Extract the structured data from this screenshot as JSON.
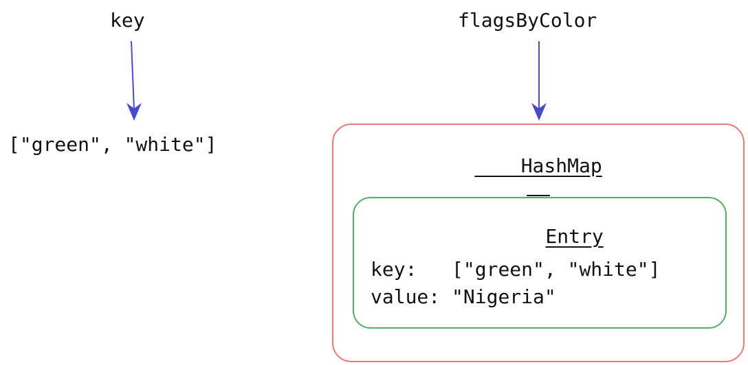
{
  "variables": {
    "key_label": "key",
    "map_label": "flagsByColor"
  },
  "key_array": "[\"green\", \"white\"]",
  "hashmap": {
    "title": "HashMap",
    "entry": {
      "title": "Entry",
      "key_label": "key:   ",
      "key_value": "[\"green\", \"white\"]",
      "value_label": "value: ",
      "value_value": "\"Nigeria\""
    }
  },
  "colors": {
    "arrow": "#4a4acc",
    "hashmap_border": "#ee7777",
    "entry_border": "#55aa66"
  }
}
